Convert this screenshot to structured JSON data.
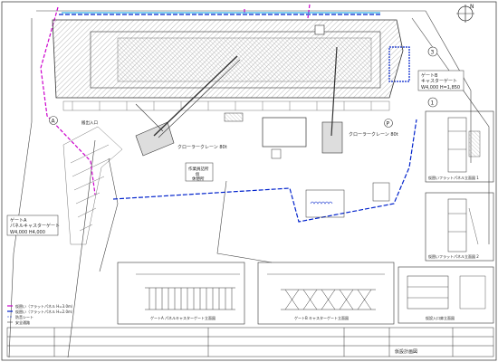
{
  "labels": {
    "site_office_1": "作業員詰所",
    "site_office_2": "仮",
    "site_office_3": "休憩所",
    "crawler_left": "クローラークレーン 80t",
    "crawler_right": "クローラークレーン 80t",
    "entrance_label": "搬出入口",
    "marker_a": "A",
    "marker_p": "P",
    "marker_1": "1",
    "marker_3": "3",
    "north": "N",
    "gate_a_line1": "ゲートA",
    "gate_a_line2": "パネルキャスターゲート",
    "gate_a_dims": "W4,000  H4,000",
    "gate_b_line1": "ゲートB",
    "gate_b_line2": "キャスターゲート",
    "gate_b_dims": "W4,000  H=1,850",
    "elev_a_title": "ゲートA  パネルキャスターゲート立面図",
    "elev_b_title": "ゲートB  キャスターゲート立面図",
    "detail_1": "仮囲いフラットパネル立面図 1",
    "detail_2": "仮囲いフラットパネル立面図 2",
    "detail_3": "仮設入口扉立面図",
    "title_block": "仮設計画図"
  },
  "legend": [
    "仮囲い（フラットパネル H=3.0m）",
    "仮囲い（フラットパネル H=2.0m）",
    "防音シート",
    "安全通路"
  ],
  "colors": {
    "fence_magenta": "#cc00cc",
    "fence_blue": "#0022cc",
    "line": "#333333",
    "hatch": "#777777",
    "cyan": "#00a0e0"
  }
}
